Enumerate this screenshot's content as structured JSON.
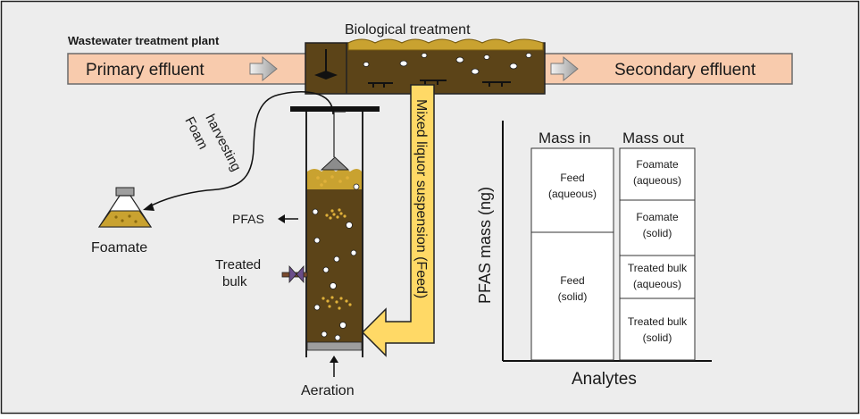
{
  "plant": {
    "title": "Wastewater treatment plant",
    "biological_label": "Biological treatment",
    "primary_label": "Primary effluent",
    "secondary_label": "Secondary effluent",
    "feed_label": "Mixed liquor suspension (Feed)"
  },
  "column": {
    "foam_label_1": "Foam",
    "foam_label_2": "harvesting",
    "foamate_label": "Foamate",
    "pfas_label": "PFAS",
    "treated_label_1": "Treated",
    "treated_label_2": "bulk",
    "aeration_label": "Aeration"
  },
  "mass_chart": {
    "ylabel": "PFAS mass (ng)",
    "xlabel": "Analytes",
    "col_in_header": "Mass in",
    "col_out_header": "Mass out",
    "mass_in": [
      {
        "line1": "Feed",
        "line2": "(aqueous)"
      },
      {
        "line1": "Feed",
        "line2": "(solid)"
      }
    ],
    "mass_out": [
      {
        "line1": "Foamate",
        "line2": "(aqueous)"
      },
      {
        "line1": "Foamate",
        "line2": "(solid)"
      },
      {
        "line1": "Treated bulk",
        "line2": "(aqueous)"
      },
      {
        "line1": "Treated bulk",
        "line2": "(solid)"
      }
    ]
  },
  "colors": {
    "background": "#ededed",
    "pipe": "#f8cbad",
    "sludge": "#5c4418",
    "foam": "#c9a230",
    "feed_arrow": "#ffd966",
    "arrow_grey": "#a6a6a6"
  }
}
